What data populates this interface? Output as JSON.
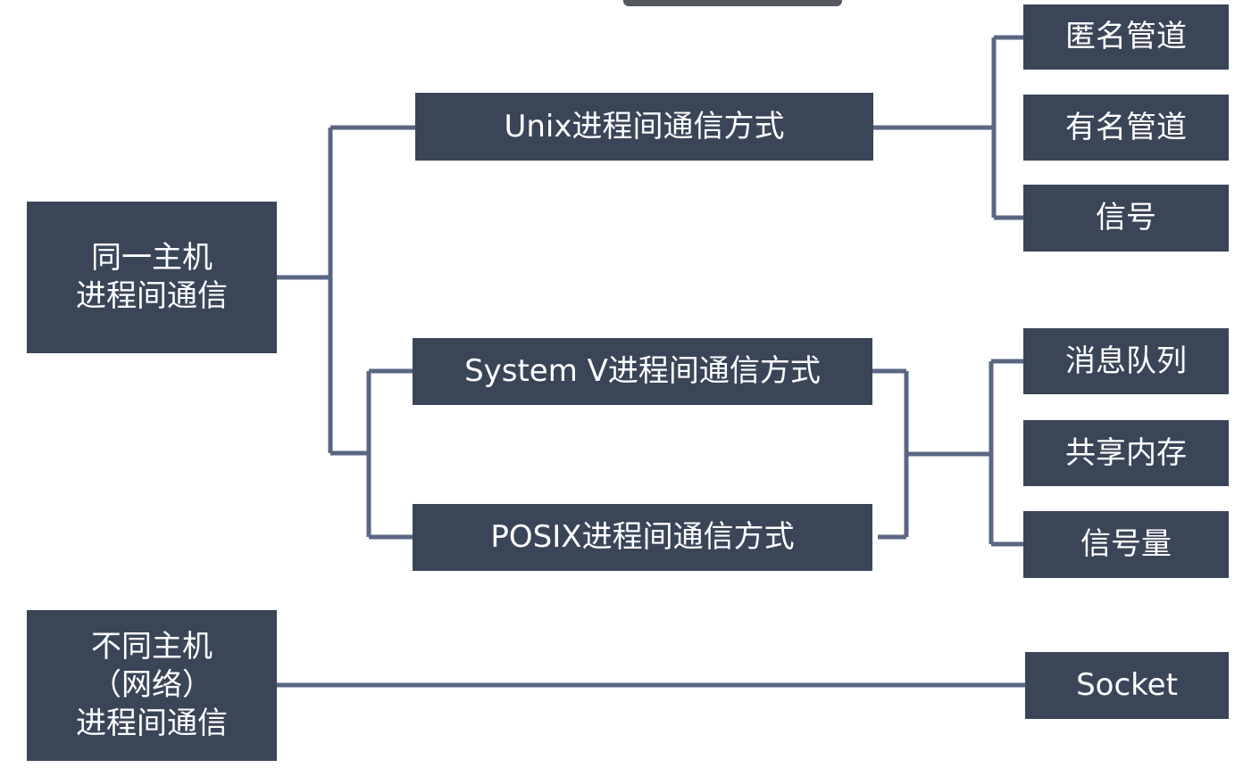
{
  "colors": {
    "box": "#3b4558",
    "line": "#5a6783",
    "text": "#ffffff"
  },
  "same_host": {
    "lines": [
      "同一主机",
      "进程间通信"
    ]
  },
  "different_host": {
    "lines": [
      "不同主机",
      "（网络）",
      "进程间通信"
    ]
  },
  "methods": {
    "unix": "Unix进程间通信方式",
    "system_v": "System V进程间通信方式",
    "posix": "POSIX进程间通信方式"
  },
  "unix_items": [
    "匿名管道",
    "有名管道",
    "信号"
  ],
  "sysv_posix_items": [
    "消息队列",
    "共享内存",
    "信号量"
  ],
  "network_item": "Socket"
}
